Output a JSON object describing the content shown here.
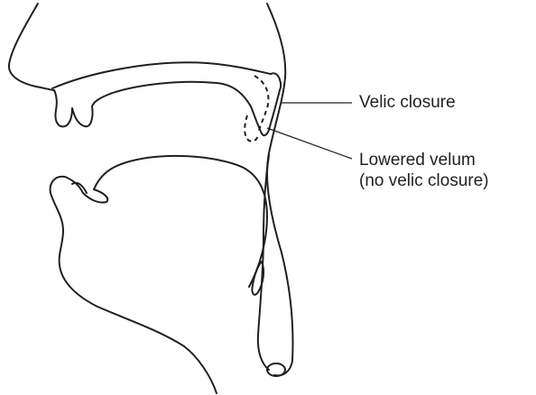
{
  "labels": {
    "velic_closure": "Velic closure",
    "lowered_velum_line1": "Lowered velum",
    "lowered_velum_line2": "(no velic closure)"
  },
  "colors": {
    "ink": "#231f20",
    "background": "#ffffff"
  }
}
